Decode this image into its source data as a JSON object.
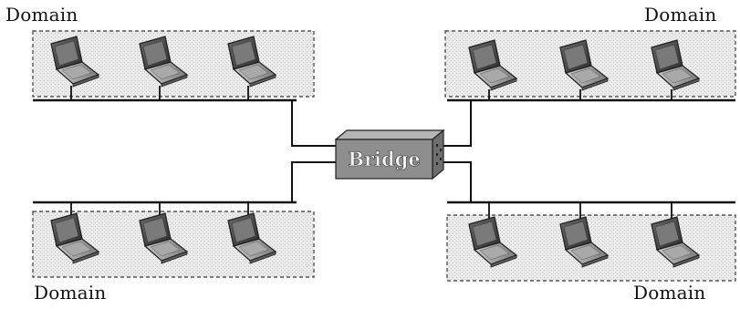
{
  "colors": {
    "background": "#ffffff",
    "domain_fill": "#e9e9e9",
    "domain_border": "#555555",
    "network_line": "#111111",
    "bridge_face": "#8e8e8e",
    "bridge_top": "#b5b5b5",
    "bridge_side": "#6e6e6e",
    "bridge_text": "#f4f4f4",
    "laptop_screen": "#4a4a4a",
    "laptop_base": "#9a9a9a"
  },
  "diagram": {
    "domains": [
      {
        "id": "domain-top-left",
        "label": "Domain",
        "host_icon": "laptop-icon",
        "host_count": 3
      },
      {
        "id": "domain-top-right",
        "label": "Domain",
        "host_icon": "laptop-icon",
        "host_count": 3
      },
      {
        "id": "domain-bottom-left",
        "label": "Domain",
        "host_icon": "laptop-icon",
        "host_count": 3
      },
      {
        "id": "domain-bottom-right",
        "label": "Domain",
        "host_icon": "laptop-icon",
        "host_count": 3
      }
    ],
    "bridge": {
      "label": "Bridge",
      "icon": "bridge-box-icon"
    }
  }
}
